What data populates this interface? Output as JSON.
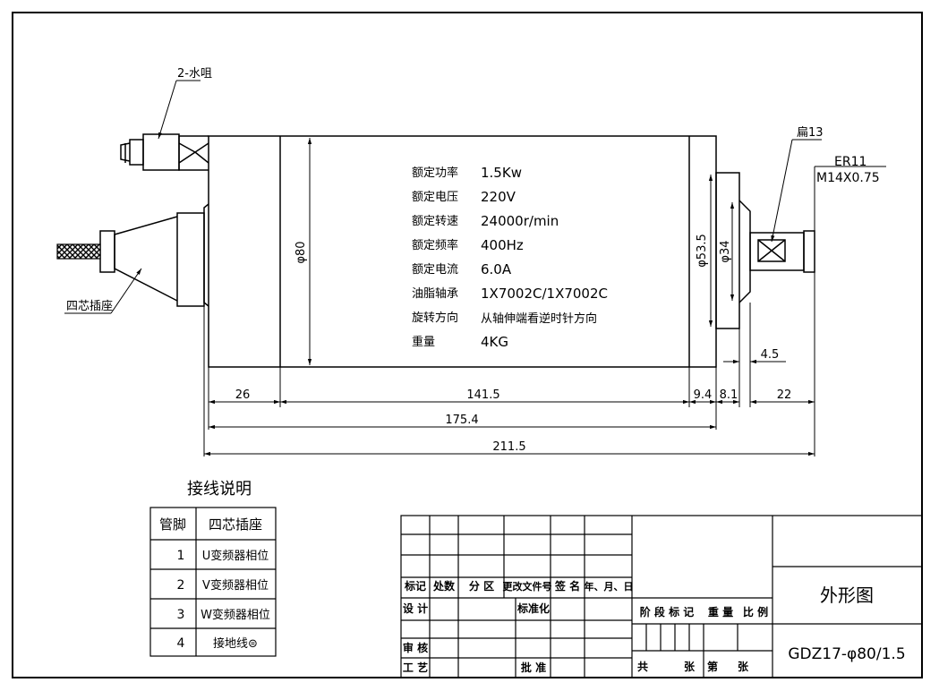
{
  "callouts": {
    "water_nozzle": "2-水咀",
    "connector": "四芯插座",
    "flat": "扁13",
    "collet": "ER11",
    "thread": "M14X0.75"
  },
  "specs": [
    {
      "label": "额定功率",
      "value": "1.5Kw"
    },
    {
      "label": "额定电压",
      "value": "220V"
    },
    {
      "label": "额定转速",
      "value": "24000r/min"
    },
    {
      "label": "额定频率",
      "value": "400Hz"
    },
    {
      "label": "额定电流",
      "value": "6.0A"
    },
    {
      "label": "油脂轴承",
      "value": "1X7002C/1X7002C"
    },
    {
      "label": "旋转方向",
      "value": "从轴伸端看逆时针方向"
    },
    {
      "label": "重量",
      "value": "4KG"
    }
  ],
  "dimensions": {
    "body_dia": "φ80",
    "flange_dia": "φ53.5",
    "nose_dia": "φ34",
    "d26": "26",
    "d141_5": "141.5",
    "d9_4": "9.4",
    "d8_1": "8.1",
    "d22": "22",
    "d4_5": "4.5",
    "d175_4": "175.4",
    "d211_5": "211.5"
  },
  "wiring": {
    "title": "接线说明",
    "headers": [
      "管脚",
      "四芯插座"
    ],
    "rows": [
      [
        "1",
        "U变频器相位"
      ],
      [
        "2",
        "V变频器相位"
      ],
      [
        "3",
        "W变频器相位"
      ],
      [
        "4",
        "接地线⊜"
      ]
    ]
  },
  "titleblock": {
    "mark": "标记",
    "count": "处数",
    "zone": "分 区",
    "change_doc": "更改文件号",
    "sign": "签 名",
    "date": "年、月、日",
    "design": "设 计",
    "standard": "标准化",
    "stage_mark": "阶 段 标 记",
    "weight": "重 量",
    "scale": "比 例",
    "review": "审 核",
    "process": "工 艺",
    "approve": "批 准",
    "total": "共",
    "sheets1": "张",
    "number": "第",
    "sheets2": "张",
    "drawing_name": "外形图",
    "drawing_code": "GDZ17-φ80/1.5"
  }
}
